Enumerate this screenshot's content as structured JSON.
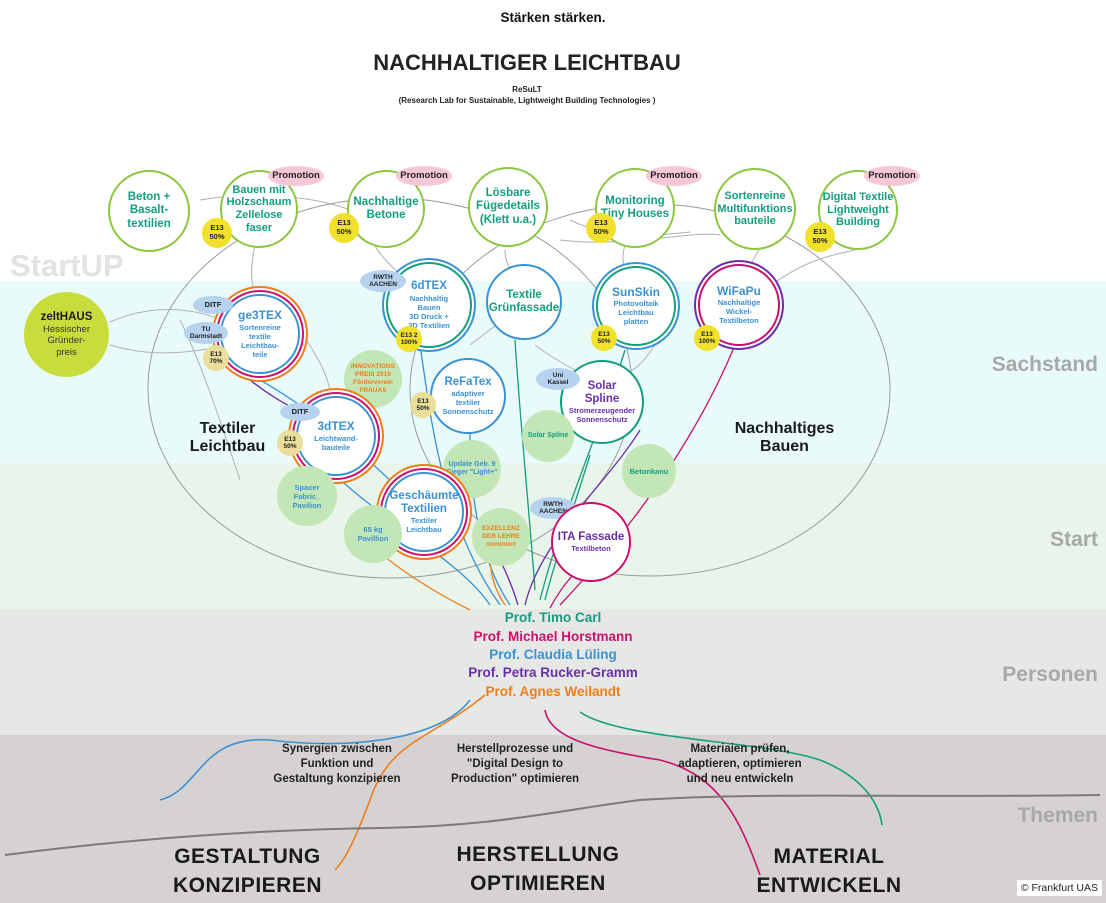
{
  "header": {
    "slogan": "Stärken stärken.",
    "title": "NACHHALTIGER LEICHTBAU",
    "lab_short": "ReSuLT",
    "lab_long": "(Research Lab for Sustainable, Lightweight Building Technologies )"
  },
  "zones": {
    "startup": "StartUP",
    "sachstand": "Sachstand",
    "start": "Start",
    "personen": "Personen",
    "themen": "Themen"
  },
  "clusters": {
    "textiler": "Textiler\nLeichtbau",
    "bauen": "Nachhaltiges\nBauen"
  },
  "promotion_label": "Promotion",
  "top_projects": {
    "beton_basalt": "Beton +\nBasalt-\ntextilien",
    "holzschaum": "Bauen mit\nHolzschaum\nZellelose\nfaser",
    "nachhaltige_betone": "Nachhaltige\nBetone",
    "loesbare": "Lösbare\nFügedetails\n(Klett u.a.)",
    "tiny_houses": "Monitoring\nTiny Houses",
    "sortenreine": "Sortenreine\nMultifunktions\nbauteile",
    "digital_textile": "Digital Textile\nLightweight\nBuilding"
  },
  "badges": {
    "e13_50": "E13\n50%",
    "e13_70": "E13\n70%",
    "e13_100": "E13\n100%",
    "e13_2_100": "E13 2\n100%"
  },
  "zelthaus": {
    "title": "zeltHAUS",
    "sub": "Hessischer\nGründer-\npreis"
  },
  "ge3tex": {
    "title": "ge3TEX",
    "sub": "Sortenreine\ntextile\nLeichtbau-\nteile"
  },
  "dtex6": {
    "title": "6dTEX",
    "sub": "Nachhaltig\nBauen\n3D Druck +\n3D Textilien"
  },
  "textile_gruen": {
    "title": "Textile\nGrünfassade"
  },
  "sunskin": {
    "title": "SunSkin",
    "sub": "Photovoltaik\nLeichtbau\nplatten"
  },
  "wifapu": {
    "title": "WiFaPu",
    "sub": "Nachhaltige\nWickel-\nTextilbeton"
  },
  "refatex": {
    "title": "ReFaTex",
    "sub": "adaptiver\ntextiler\nSonnenschutz"
  },
  "solar_spline": {
    "title": "Solar\nSpline",
    "sub": "Stromerzeugender\nSonnenschutz"
  },
  "dtex3": {
    "title": "3dTEX",
    "sub": "Leichtwand-\nbauteile"
  },
  "geschaeumte": {
    "title": "Geschäumte\nTextilien",
    "sub": "Textiler\nLeichtbau"
  },
  "ita": {
    "title": "ITA Fassade",
    "sub": "Textilbeton"
  },
  "small_green": {
    "innovations": "INNOVATIONS\nPREIS 2019\nFörderverein\nFRAUAS",
    "solar_spline_small": "Solar Spline",
    "update": "Update Geb. 9\nSieger \"Light+\"",
    "betonkanu": "Betonkanu",
    "spacer": "Spacer\nFabric_\nPavilion",
    "pavillion65": "65 kg\nPavillion",
    "exzellenz": "EXZELLENZ\nDER LEHRE\nnominiert"
  },
  "institutions": {
    "ditf": "DITF",
    "tu_darmstadt": "TU\nDarmstadt",
    "rwth": "RWTH\nAACHEN",
    "uni_kassel": "Uni\nKassel"
  },
  "persons": [
    {
      "name": "Prof. Timo Carl",
      "color": "#139e7f"
    },
    {
      "name": "Prof. Michael Horstmann",
      "color": "#c8106e"
    },
    {
      "name": "Prof. Claudia Lüling",
      "color": "#3a92d3"
    },
    {
      "name": "Prof. Petra Rucker-Gramm",
      "color": "#6a2fa8"
    },
    {
      "name": "Prof. Agnes Weilandt",
      "color": "#ef7d1a"
    }
  ],
  "themes": {
    "synergien": "Synergien zwischen\nFunktion  und\nGestaltung konzipieren",
    "herstell": "Herstellprozesse  und\n\"Digital Design to\nProduction\" optimieren",
    "material": "Materiaien prüfen,\nadaptieren, optimieren\nund neu entwickeln"
  },
  "big_labels": {
    "gestaltung": "GESTALTUNG\nKONZIPIEREN",
    "herstellung": "HERSTELLUNG\nOPTIMIEREN",
    "material": "MATERIAL\nENTWICKELN"
  },
  "copyright": "© Frankfurt UAS",
  "colors": {
    "green_border": "#8cc63f",
    "teal": "#139e7f",
    "blue": "#3a92d3",
    "magenta": "#c8106e",
    "purple": "#6a2fa8",
    "orange": "#ef7d1a",
    "yellow_badge": "#f2e12b",
    "pink_pill": "#f7c6d9",
    "lightblue_pill": "#b7d2ee",
    "green_fill": "#c3e6b6",
    "lime": "#c8dc3c",
    "band_cyan": "#e9fafb",
    "band_green": "#e9f4ea",
    "band_persons": "#e6e8e6",
    "band_themes": "#d6d2d2"
  }
}
